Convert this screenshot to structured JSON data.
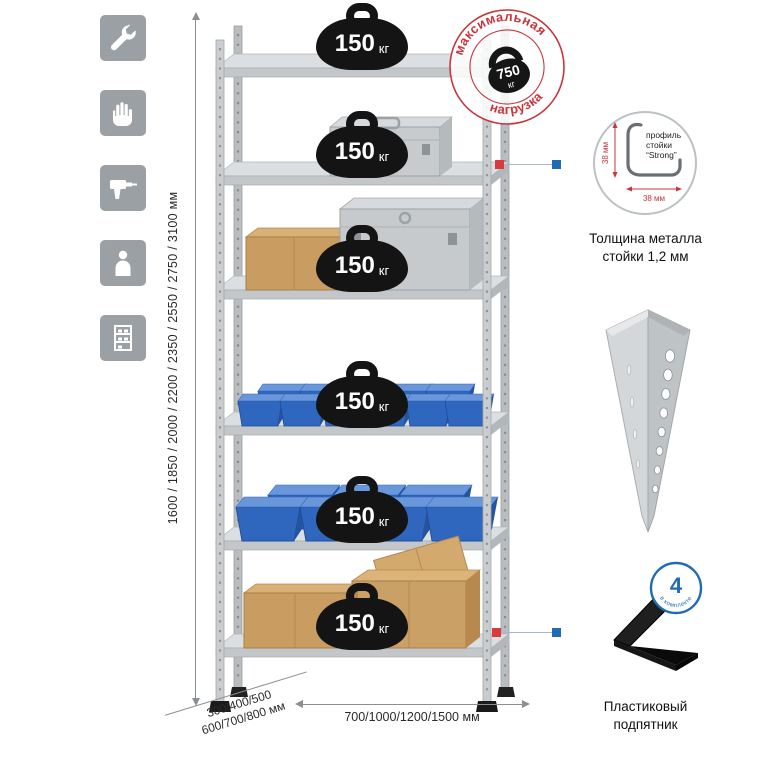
{
  "colors": {
    "accent_red": "#c8353b",
    "accent_blue": "#1f6cb5",
    "icon_bg": "#9aa0a4",
    "metal_gray": "#c5c9cc",
    "bin_blue": "#2f66be"
  },
  "left_icons": {
    "items": [
      {
        "name": "wrench-icon"
      },
      {
        "name": "gloves-icon"
      },
      {
        "name": "drill-icon"
      },
      {
        "name": "person-icon"
      },
      {
        "name": "rack-icon"
      }
    ]
  },
  "dimensions": {
    "height_label": "1600 / 1850 / 2000 / 2200 / 2350 / 2550 / 2750 / 3100 мм",
    "depth_line1": "300/400/500",
    "depth_line2": "600/700/800 мм",
    "width_label": "700/1000/1200/1500 мм"
  },
  "shelf_load": {
    "value": "150",
    "unit": "кг"
  },
  "max_load": {
    "arc_top": "максимальная",
    "arc_bottom": "нагрузка",
    "value": "750",
    "unit": "кг"
  },
  "profile": {
    "line1": "профиль",
    "line2": "стойки",
    "line3": "“Strong”",
    "dim_vertical": "38 мм",
    "dim_horizontal": "38 мм",
    "caption_line1": "Толщина металла",
    "caption_line2": "стойки 1,2 мм"
  },
  "foot": {
    "count": "4",
    "count_caption": "в комплекте",
    "caption_line1": "Пластиковый",
    "caption_line2": "подпятник"
  }
}
